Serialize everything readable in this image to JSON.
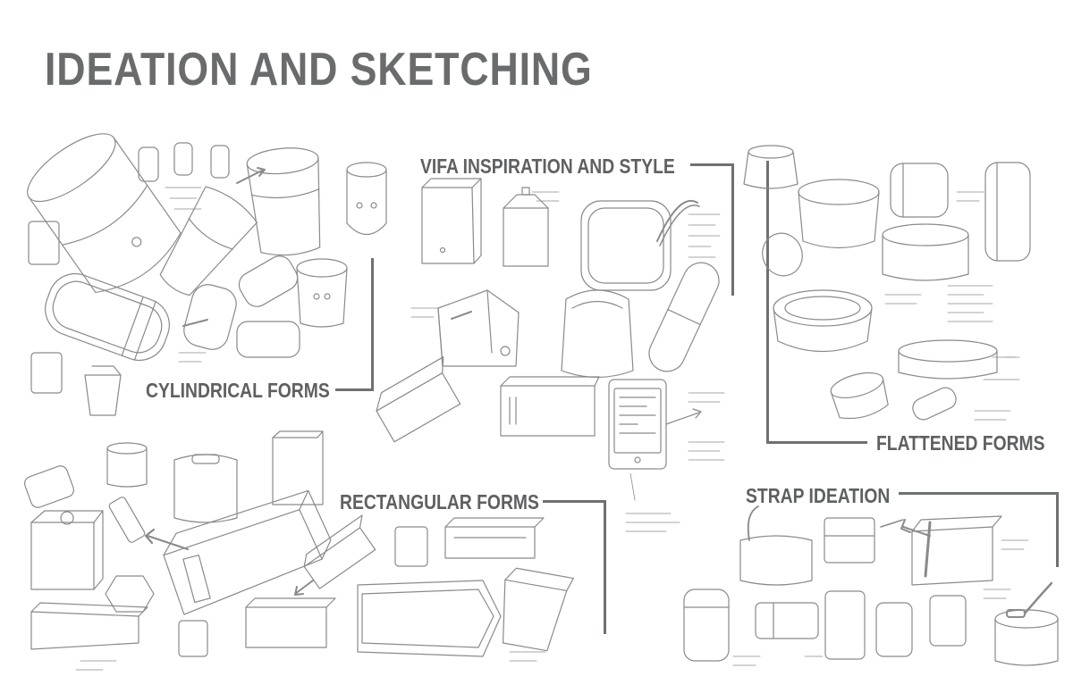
{
  "title": "IDEATION AND SKETCHING",
  "sections": {
    "cylindrical": "CYLINDRICAL FORMS",
    "vifa": "VIFA INSPIRATION AND STYLE",
    "flattened": "FLATTENED FORMS",
    "rectangular": "RECTANGULAR FORMS",
    "strap": "STRAP IDEATION"
  },
  "colors": {
    "title": "#6a6b6d",
    "label": "#5f6062",
    "leader": "#6f7072",
    "sketch": "#8a8a8a"
  }
}
